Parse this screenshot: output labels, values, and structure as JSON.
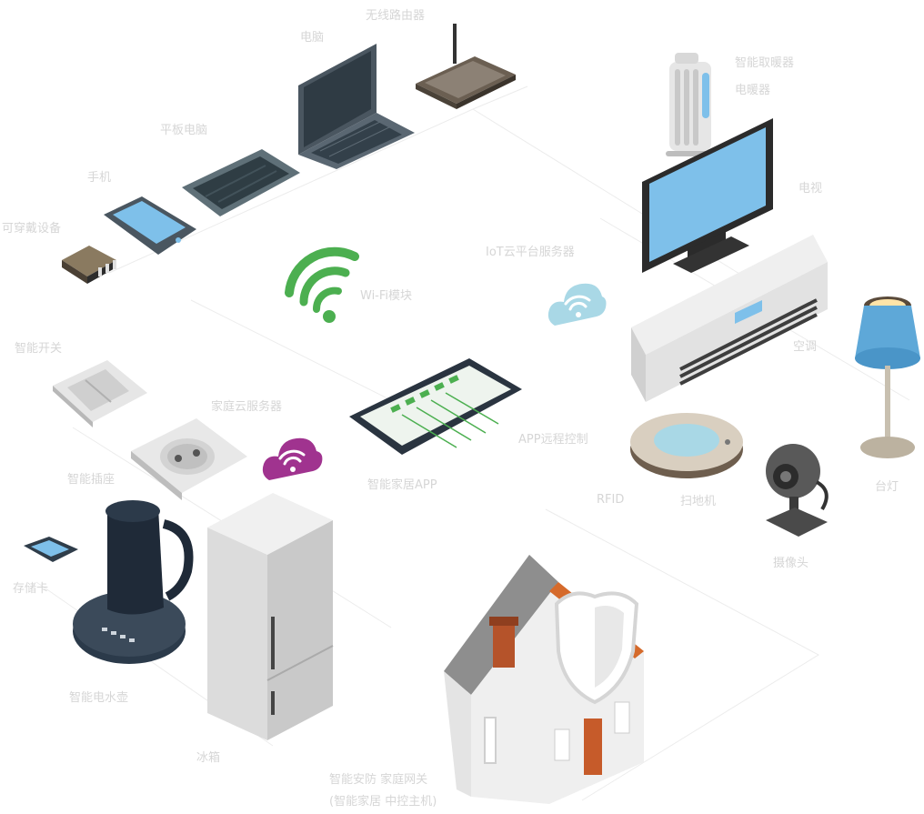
{
  "labels": {
    "router": "无线路由器",
    "laptop": "电脑",
    "tablet": "平板电脑",
    "phone": "手机",
    "smart_wristband": "可穿戴设备",
    "wifi_module": "Wi-Fi模块",
    "heater_line1": "智能取暖器",
    "heater_line2": "电暖器",
    "tv": "电视",
    "cloud_platform": "IoT云平台服务器",
    "air_conditioner": "空调",
    "lamp": "台灯",
    "robot_vacuum": "扫地机",
    "camera": "摄像头",
    "smart_switch": "智能开关",
    "smart_socket": "智能插座",
    "cloud_service": "家庭云服务器",
    "app_control": "APP远程控制",
    "rfid": "RFID",
    "mobile_app": "智能家居APP",
    "sd_card": "存储卡",
    "kettle": "智能电水壶",
    "fridge": "冰箱",
    "house_line1": "智能安防 家庭网关",
    "house_line2": "(智能家居 中控主机)"
  },
  "colors": {
    "wifi_green": "#4caf50",
    "cloud_blue": "#a9d8e6",
    "cloud_purple": "#a0338f",
    "screen_blue": "#7ec0ea",
    "dark_device": "#3d4a55",
    "label_gray": "#d6d6d6"
  },
  "icons": [
    "wifi-icon",
    "cloud-wifi-icon-blue",
    "cloud-wifi-icon-purple"
  ]
}
